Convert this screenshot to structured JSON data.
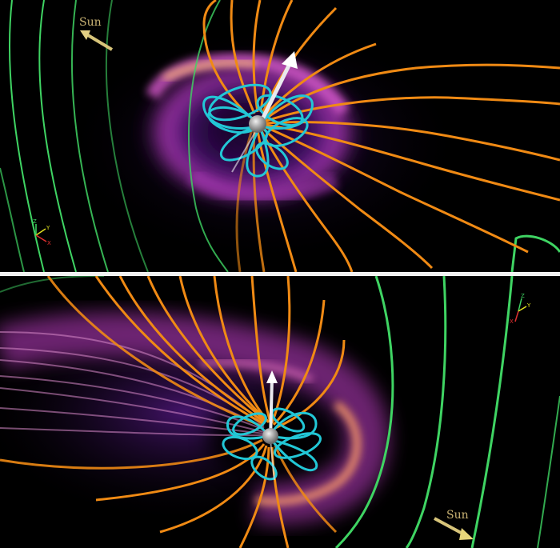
{
  "top_panel": {
    "sun_label": "Sun",
    "axis_labels": {
      "z": "Z",
      "y": "Y",
      "x": "X"
    }
  },
  "bottom_panel": {
    "sun_label": "Sun",
    "axis_labels": {
      "z": "Z",
      "y": "Y",
      "x": "X"
    }
  },
  "colors": {
    "background": "#000000",
    "closed_field_lines": "#22c7d6",
    "open_field_lines": "#f08a14",
    "bow_shock_lines": "#3fd463",
    "plasma_glow": "#d54bd4",
    "plasma_hot": "#ffb060",
    "dipole_arrow": "#e9e9ee",
    "sun_arrow": "#d7c47a"
  }
}
